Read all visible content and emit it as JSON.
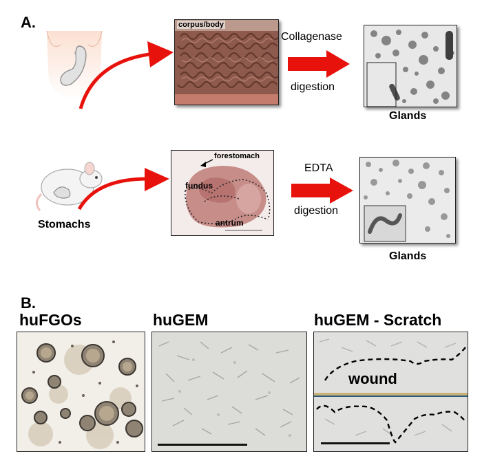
{
  "panel_a": {
    "label": "A.",
    "human_row": {
      "tissue_label": "corpus/body",
      "step_top": "Collagenase",
      "step_bottom": "digestion",
      "result": "Glands"
    },
    "mouse_row": {
      "source": "Stomachs",
      "label_forestomach": "forestomach",
      "label_fundus": "fundus",
      "label_antrum": "antrum",
      "step_top": "EDTA",
      "step_bottom": "digestion",
      "result": "Glands"
    },
    "arrow_color": "#e8120c"
  },
  "panel_b": {
    "label": "B.",
    "images": [
      {
        "title": "huFGOs"
      },
      {
        "title": "huGEM"
      },
      {
        "title": "huGEM - Scratch",
        "overlay": "wound"
      }
    ]
  }
}
